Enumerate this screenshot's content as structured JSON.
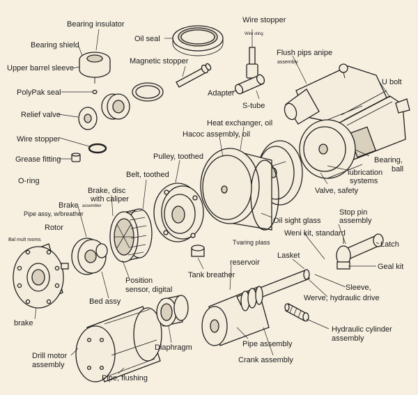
{
  "labels": {
    "bearing_insulator": "Bearing insulator",
    "bearing_shield": "Bearing shield",
    "upper_barrel_sleeve": "Upper barrel sleeve",
    "oil_seal": "Oil seal",
    "magnetic_stopper": "Magnetic stopper",
    "wire_stopper_top": "Wire stopper",
    "wire_stopper_sub": "Wire sting",
    "flush_pips": "Flush pips anipe",
    "flush_sub": "assembly",
    "adapter": "Adapter",
    "s_tube": "S-tube",
    "u_bolt": "U bolt",
    "polypak_seal": "PolyPak seal",
    "relief_valve": "Relief valve",
    "wire_stopper_left": "Wire stopper",
    "grease_fitting": "Grease fitting",
    "o_ring": "O-ring",
    "heat_exchanger": "Heat exchanger, oil",
    "hacoc_assembly": "Hacoc assembly, oil",
    "pulley_toothed": "Pulley, toothed",
    "bearing_ball_1": "Bearing,",
    "bearing_ball_2": "ball",
    "lubrication_1": "lubrication",
    "lubrication_2": "systems",
    "valve_safety": "Valve, safety",
    "belt_toothed": "Belt, toothed",
    "brake_disc_1": "Brake, disc",
    "brake_disc_2": "with caliper",
    "brake": "Brake",
    "brake_sub": "assembler",
    "pipe_assy": "Pipe assy, w/breather",
    "rotor": "Rotor",
    "bal_small": "Bal mult rooms",
    "oil_sight_glass": "Oil sight glass",
    "tvaring_plass": "Tvaring plass",
    "stop_pin_1": "Stop pin",
    "stop_pin_2": "assembly",
    "weni_kit": "Weni kit, standard",
    "latch": "Latch",
    "lasket": "Lasket",
    "geal_kit": "Geal kit",
    "reservoir": "reservoir",
    "tank_breather": "Tank breather",
    "position_sensor_1": "Position",
    "position_sensor_2": "sensor, digital",
    "bed_assy": "Bed assy",
    "sleeve": "Sleeve,",
    "werve": "Werve, hydraulic drive",
    "brake_bottom": "brake",
    "hydraulic_cylinder_1": "Hydraulic cylinder",
    "hydraulic_cylinder_2": "assembly",
    "diaphragm": "Diaphragm",
    "pipe_assembly": "Pipe assembly",
    "drill_motor_1": "Drill motor",
    "drill_motor_2": "assembly",
    "crank_assembly": "Crank assembly",
    "pipe_flushing": "Pipe, flushing"
  },
  "colors": {
    "background": "#f7f0e1",
    "ink": "#1f1f1f",
    "part_fill": "#f4ecdc",
    "shade": "#d9d0bd"
  }
}
